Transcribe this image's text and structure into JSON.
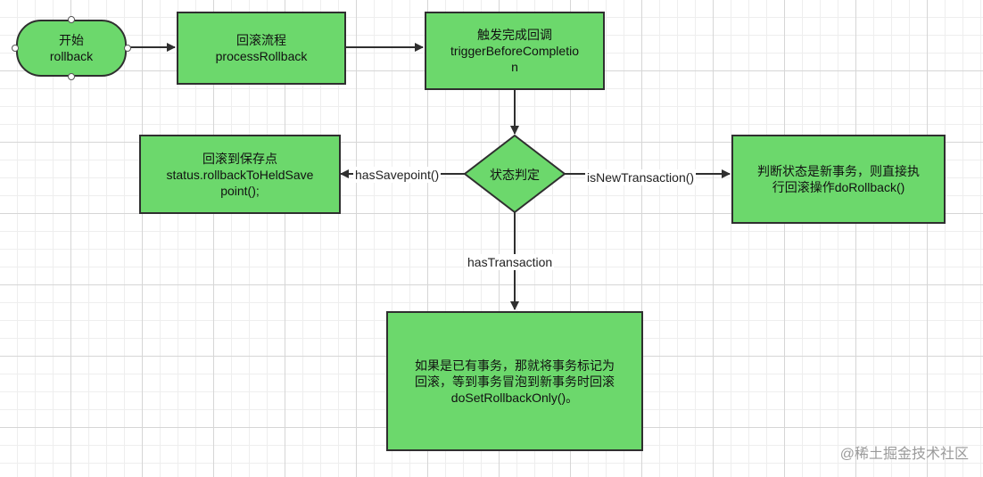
{
  "nodes": {
    "start": [
      "开始",
      "rollback"
    ],
    "process": [
      "回滚流程",
      "processRollback"
    ],
    "trigger": [
      "触发完成回调",
      "triggerBeforeCompletio",
      "n"
    ],
    "decision": "状态判定",
    "savepoint": [
      "回滚到保存点",
      "status.rollbackToHeldSave",
      "point();"
    ],
    "new_tx": [
      "判断状态是新事务，则直接执",
      "行回滚操作doRollback()"
    ],
    "has_tx": [
      "如果是已有事务，那就将事务标记为",
      "回滚，等到事务冒泡到新事务时回滚",
      "doSetRollbackOnly()。"
    ]
  },
  "edges": {
    "has_savepoint": "hasSavepoint()",
    "is_new_transaction": "isNewTransaction()",
    "has_transaction": "hasTransaction"
  },
  "watermark": "@稀土掘金技术社区",
  "colors": {
    "node_fill": "#6cd86c",
    "border": "#2f2f2f"
  }
}
